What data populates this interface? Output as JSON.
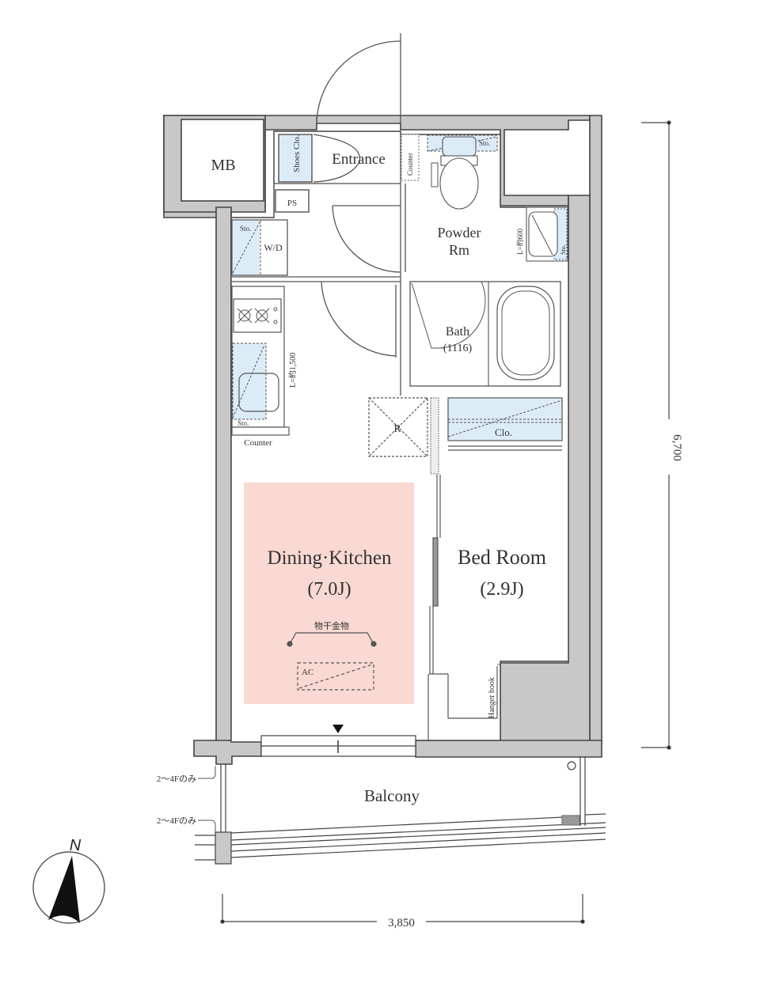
{
  "plan": {
    "colors": {
      "wall_fill": "#c8c8c8",
      "wall_line": "#444444",
      "storage_fill": "#dcecf7",
      "highlight_fill": "#f9d9d2",
      "line": "#555555",
      "text": "#333333"
    },
    "rooms": {
      "mb": "MB",
      "entrance": "Entrance",
      "shoes_closet": "Shoes Clo.",
      "ps": "PS",
      "counter_small": "Counter",
      "sto_toilet": "Sto.",
      "powder_line1": "Powder",
      "powder_line2": "Rm",
      "washbasin_len": "L=約600",
      "sto_washbasin": "Sto.",
      "sto_wd": "Sto.",
      "wd": "W/D",
      "kitchen_len": "L=約1,500",
      "sto_kitchen": "Sto.",
      "counter": "Counter",
      "bath": "Bath",
      "bath_size": "(1116)",
      "fridge": "R",
      "closet": "Clo.",
      "dk_name": "Dining·Kitchen",
      "dk_size": "(7.0J)",
      "drying_rack": "物干金物",
      "ac": "AC",
      "bed_name": "Bed Room",
      "bed_size": "(2.9J)",
      "hanger_hook": "Hanger hook",
      "balcony": "Balcony",
      "note_upper": "2～4Fのみ",
      "note_lower": "2～4Fのみ"
    },
    "dimensions": {
      "height": "6,700",
      "width": "3,850"
    },
    "compass": {
      "label": "N"
    }
  }
}
